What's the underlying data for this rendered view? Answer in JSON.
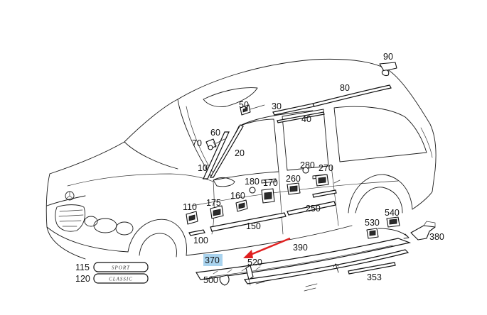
{
  "diagram": {
    "labels": {
      "p10": "10",
      "p20": "20",
      "p30": "30",
      "p40": "40",
      "p50": "50",
      "p60": "60",
      "p70": "70",
      "p80": "80",
      "p90": "90",
      "p100": "100",
      "p110": "110",
      "p115": "115",
      "p120": "120",
      "p150": "150",
      "p160": "160",
      "p170": "170",
      "p175": "175",
      "p180": "180",
      "p250": "250",
      "p260": "260",
      "p270": "270",
      "p280": "280",
      "p353": "353",
      "p370": "370",
      "p380": "380",
      "p390": "390",
      "p500": "500",
      "p520": "520",
      "p530": "530",
      "p540": "540"
    },
    "badges": {
      "sport": "SPORT",
      "classic": "CLASSIC"
    },
    "highlight_color": "#a9d3ee",
    "arrow_color": "#e02020"
  }
}
